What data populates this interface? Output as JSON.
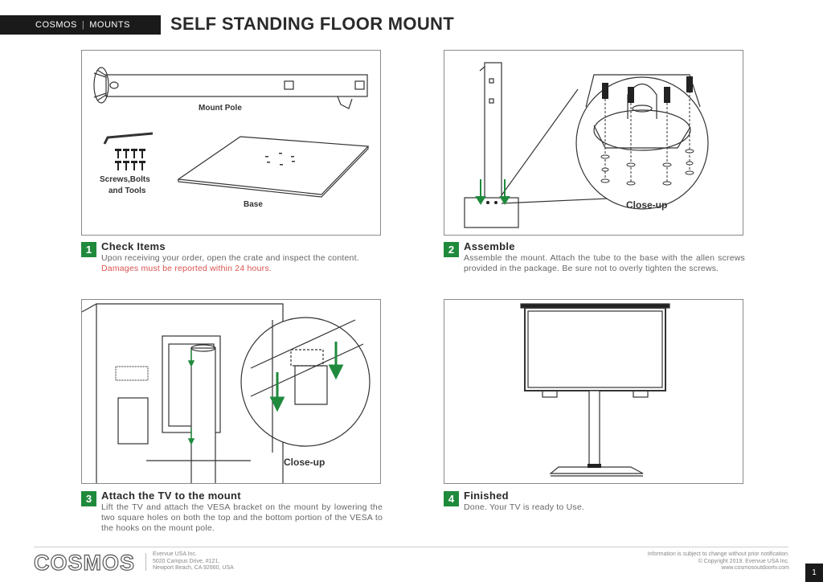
{
  "header": {
    "brand": "COSMOS",
    "section": "MOUNTS",
    "title": "SELF STANDING FLOOR MOUNT"
  },
  "panels": {
    "p1": {
      "mount_pole": "Mount Pole",
      "screws_line1": "Screws,Bolts",
      "screws_line2": "and Tools",
      "base": "Base"
    },
    "p2": {
      "closeup": "Close-up"
    },
    "p3": {
      "closeup": "Close-up"
    }
  },
  "steps": [
    {
      "num": "1",
      "title": "Check Items",
      "body": "Upon receiving your order, open the crate and inspect the content. ",
      "warning": "Damages must be reported within 24 hours."
    },
    {
      "num": "2",
      "title": "Assemble",
      "body": "Assemble the mount. Attach the tube to the base with the allen screws provided in the package. Be sure not to overly tighten the screws."
    },
    {
      "num": "3",
      "title": "Attach the TV to the mount",
      "body": "Lift the TV and attach the VESA bracket on the mount by lowering the two square holes on both the top and the bottom portion of the VESA to the hooks on the mount pole."
    },
    {
      "num": "4",
      "title": "Finished",
      "body": "Done. Your TV is ready to Use."
    }
  ],
  "footer": {
    "logo": "COSMOS",
    "company": "Evervue USA Inc.",
    "street": "5020 Campus Drive, #121,",
    "city": "Newport Beach, CA 92660, USA",
    "notice": "Information is subject to change without prior notification.",
    "copyright": "© Copyright 2019. Evervue USA Inc.",
    "website": "www.cosmosoutdoortv.com",
    "page": "1"
  },
  "colors": {
    "accent": "#1f8a3c",
    "warning": "#d9544f",
    "dark": "#1a1a1a"
  }
}
